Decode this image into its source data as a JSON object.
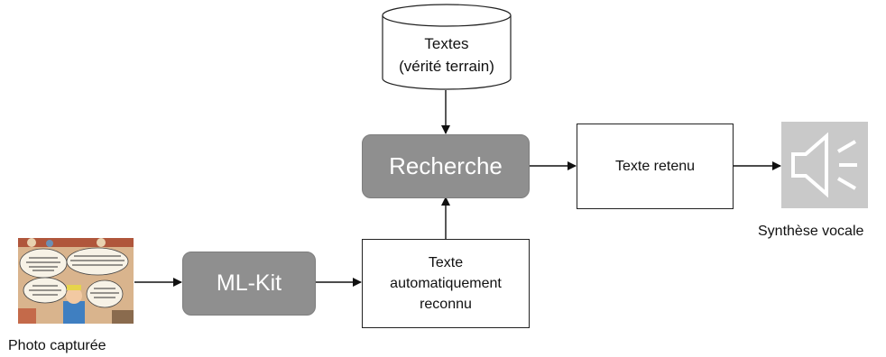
{
  "nodes": {
    "database": {
      "line1": "Textes",
      "line2": "(vérité terrain)"
    },
    "recherche": {
      "label": "Recherche"
    },
    "mlkit": {
      "label": "ML-Kit"
    },
    "texte_retenu": {
      "label": "Texte retenu"
    },
    "texte_reconnu": {
      "line1": "Texte",
      "line2": "automatiquement",
      "line3": "reconnu"
    }
  },
  "captions": {
    "photo": "Photo  capturée",
    "synthese": "Synthèse vocale"
  },
  "icons": {
    "photo": "comic-photo-image",
    "speaker": "speaker-icon"
  },
  "colors": {
    "rounded_fill": "#8f8f8f",
    "speaker_bg": "#c9c9c9",
    "arrow": "#111111"
  }
}
